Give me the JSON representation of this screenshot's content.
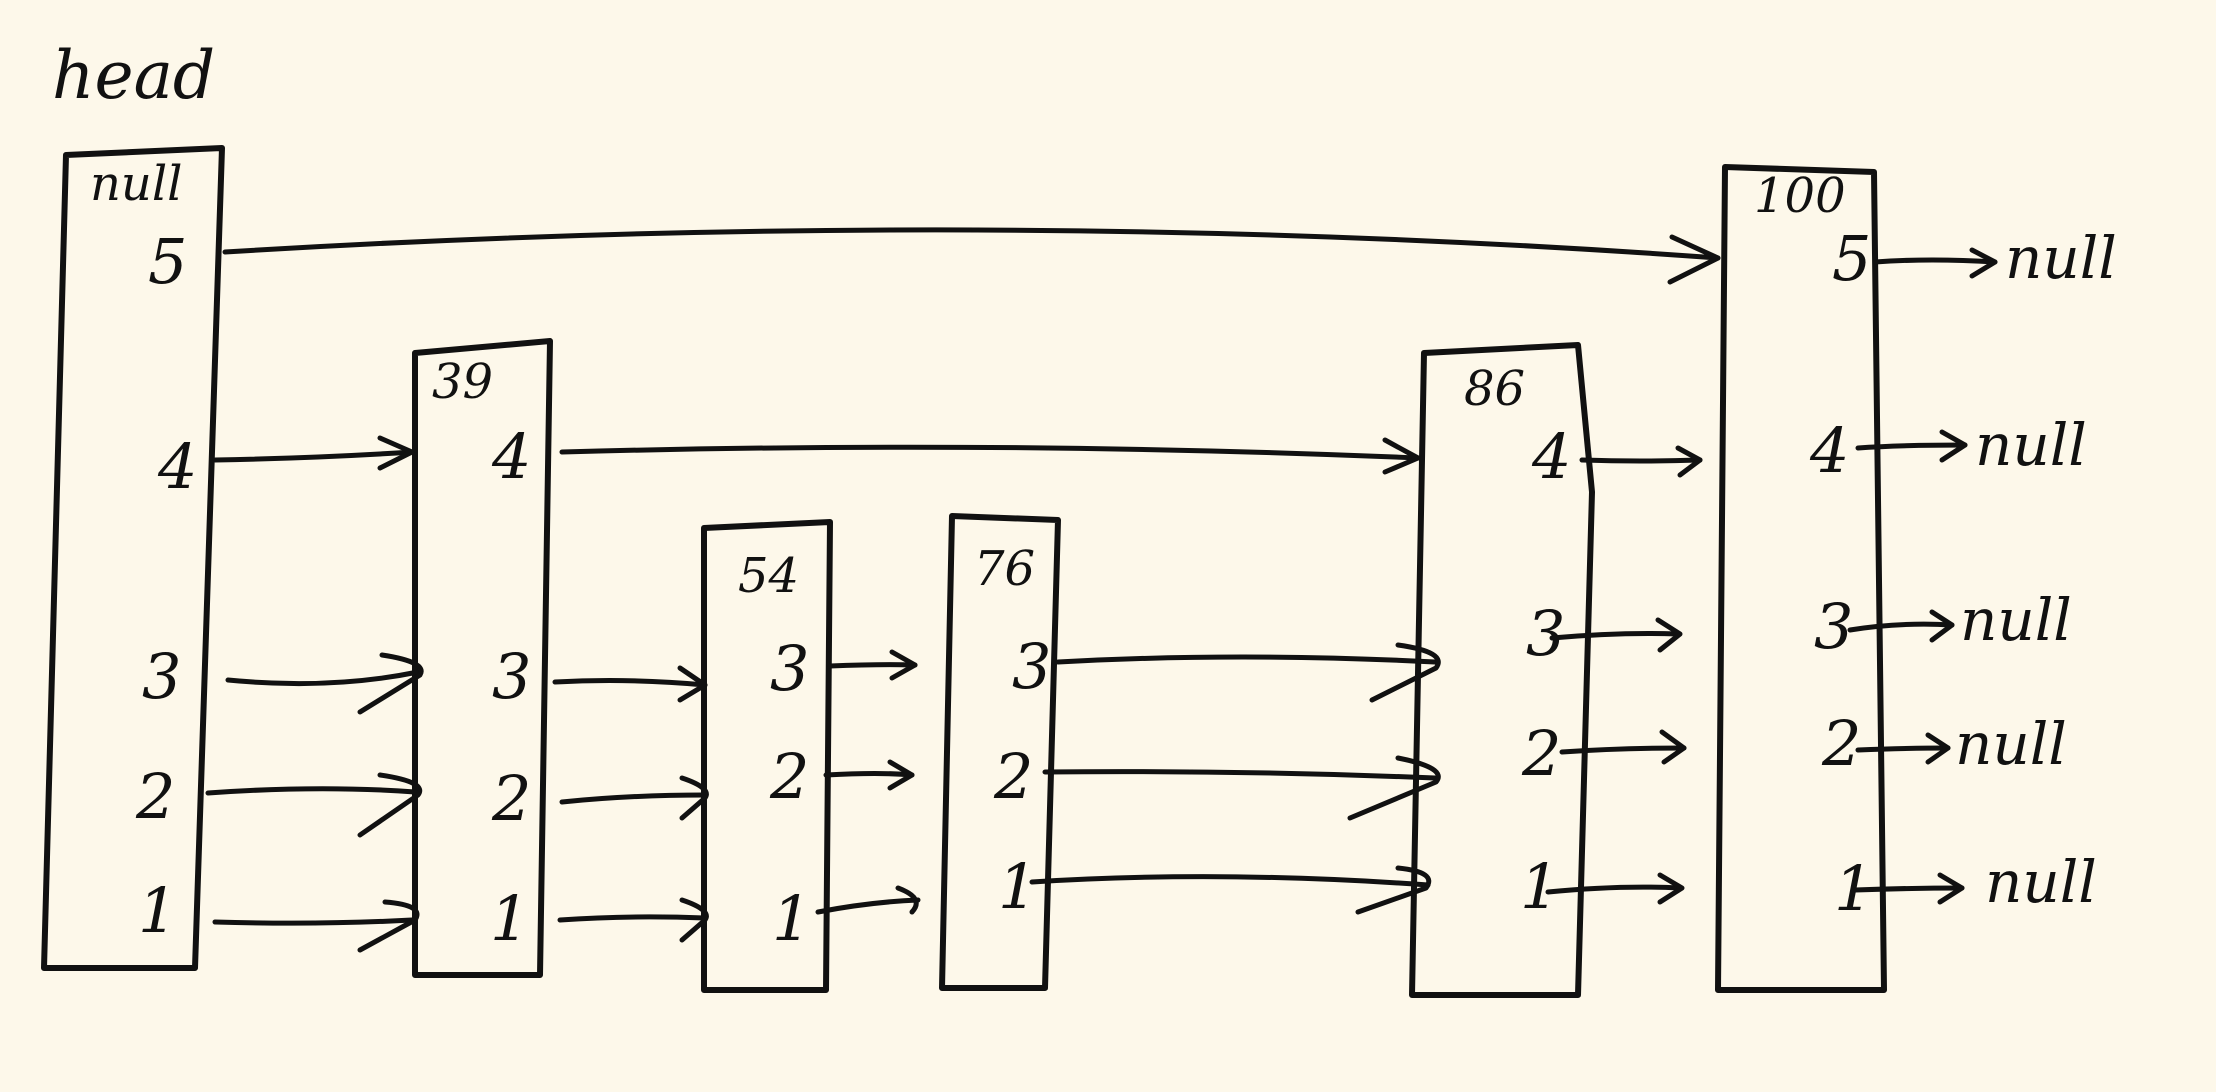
{
  "diagram": {
    "head_label": "head",
    "nodes": [
      {
        "id": "head",
        "key": "null",
        "levels": [
          "5",
          "4",
          "3",
          "2",
          "1"
        ]
      },
      {
        "id": "n39",
        "key": "39",
        "levels": [
          "4",
          "3",
          "2",
          "1"
        ]
      },
      {
        "id": "n54",
        "key": "54",
        "levels": [
          "3",
          "2",
          "1"
        ]
      },
      {
        "id": "n76",
        "key": "76",
        "levels": [
          "3",
          "2",
          "1"
        ]
      },
      {
        "id": "n86",
        "key": "86",
        "levels": [
          "4",
          "3",
          "2",
          "1"
        ]
      },
      {
        "id": "n100",
        "key": "100",
        "levels": [
          "5",
          "4",
          "3",
          "2",
          "1"
        ]
      }
    ],
    "links": [
      {
        "from": "head",
        "to": "n100",
        "level": 5
      },
      {
        "from": "head",
        "to": "n39",
        "level": 4
      },
      {
        "from": "head",
        "to": "n39",
        "level": 3
      },
      {
        "from": "head",
        "to": "n39",
        "level": 2
      },
      {
        "from": "head",
        "to": "n39",
        "level": 1
      },
      {
        "from": "n39",
        "to": "n86",
        "level": 4
      },
      {
        "from": "n39",
        "to": "n54",
        "level": 3
      },
      {
        "from": "n39",
        "to": "n54",
        "level": 2
      },
      {
        "from": "n39",
        "to": "n54",
        "level": 1
      },
      {
        "from": "n54",
        "to": "n76",
        "level": 3
      },
      {
        "from": "n54",
        "to": "n76",
        "level": 2
      },
      {
        "from": "n54",
        "to": "n76",
        "level": 1
      },
      {
        "from": "n76",
        "to": "n86",
        "level": 3
      },
      {
        "from": "n76",
        "to": "n86",
        "level": 2
      },
      {
        "from": "n76",
        "to": "n86",
        "level": 1
      },
      {
        "from": "n86",
        "to": "n100",
        "level": 4
      },
      {
        "from": "n86",
        "to": "n100",
        "level": 3
      },
      {
        "from": "n86",
        "to": "n100",
        "level": 2
      },
      {
        "from": "n86",
        "to": "n100",
        "level": 1
      }
    ],
    "tail_levels": [
      "5",
      "4",
      "3",
      "2",
      "1"
    ],
    "null_label": "null"
  }
}
